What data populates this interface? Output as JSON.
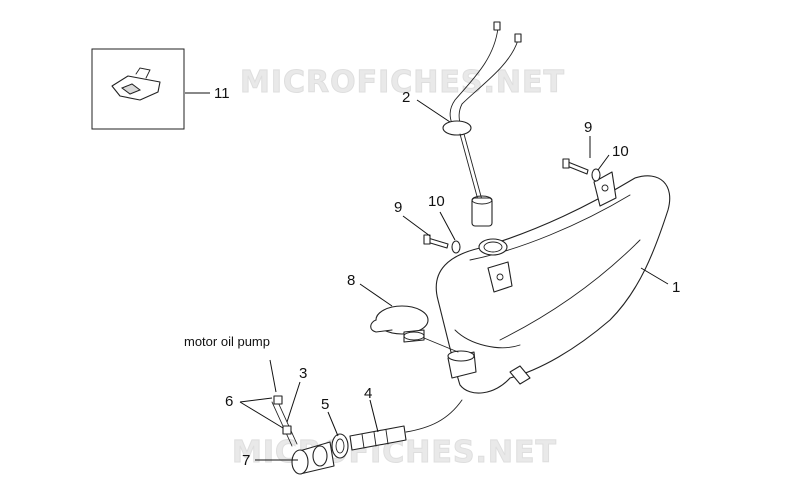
{
  "watermark": "MICROFICHES.NET",
  "caption": "motor oil pump",
  "callouts": {
    "n1": "1",
    "n2": "2",
    "n3": "3",
    "n4": "4",
    "n5": "5",
    "n6": "6",
    "n7": "7",
    "n8": "8",
    "n9a": "9",
    "n9b": "9",
    "n10a": "10",
    "n10b": "10",
    "n11": "11"
  },
  "colors": {
    "line": "#222222",
    "watermark": "#e9e9e9",
    "background": "#ffffff"
  }
}
